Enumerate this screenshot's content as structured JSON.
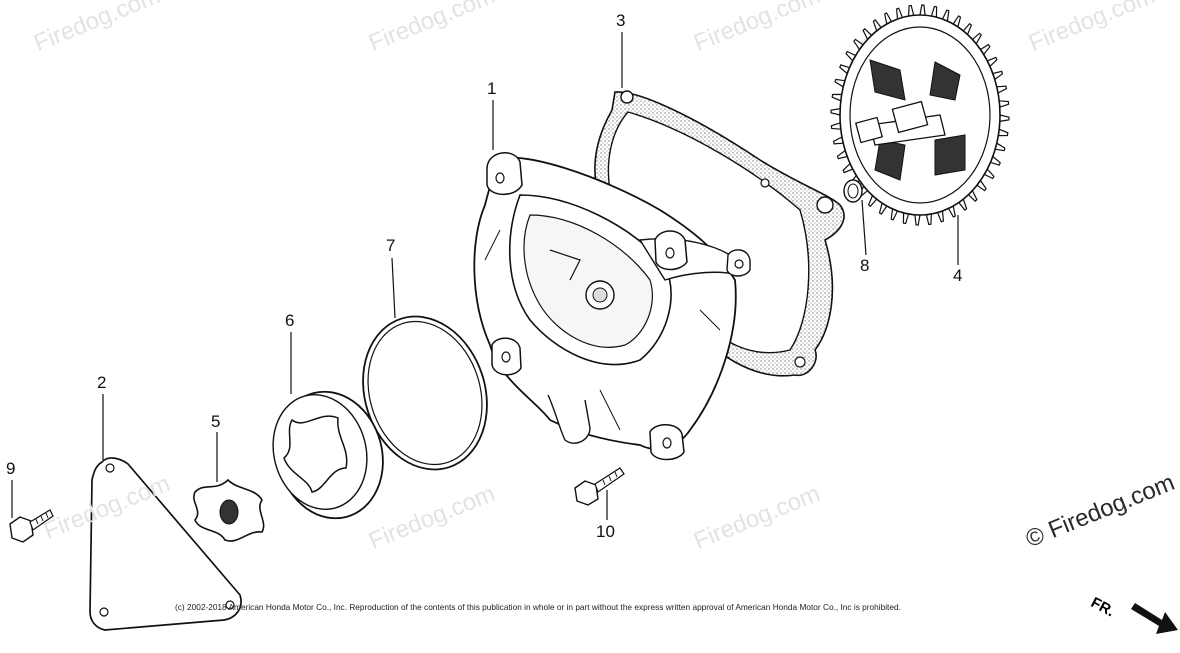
{
  "diagram": {
    "callouts": [
      "1",
      "2",
      "3",
      "4",
      "5",
      "6",
      "7",
      "8",
      "9",
      "10"
    ],
    "watermark": "© Firedog.com",
    "watermark_faint": "Firedog.com",
    "copyright": "(c) 2002-2018 American Honda Motor Co., Inc. Reproduction of the contents of this publication in whole or in part without the express written approval of American Honda Motor Co., Inc is prohibited.",
    "direction_label": "FR."
  }
}
